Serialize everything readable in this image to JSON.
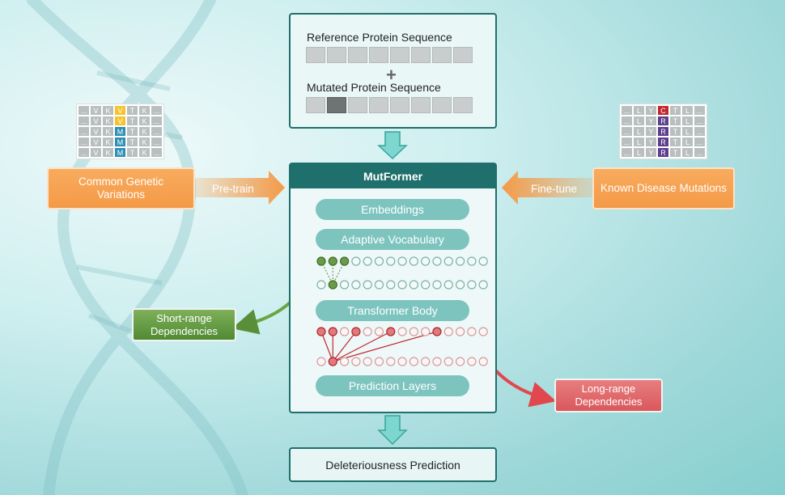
{
  "reference": {
    "label": "Reference Protein Sequence",
    "cells": 8
  },
  "plus_symbol": "+",
  "mutated": {
    "label": "Mutated Protein Sequence",
    "cells": 8,
    "mutated_index": 1
  },
  "left_input": {
    "grid_rows": [
      [
        "...",
        "V",
        "K",
        "V",
        "T",
        "K",
        "..."
      ],
      [
        "...",
        "V",
        "K",
        "V",
        "T",
        "K",
        "..."
      ],
      [
        "...",
        "V",
        "K",
        "M",
        "T",
        "K",
        "..."
      ],
      [
        "...",
        "V",
        "K",
        "M",
        "T",
        "K",
        "..."
      ],
      [
        "...",
        "V",
        "K",
        "M",
        "T",
        "K",
        "..."
      ]
    ],
    "box_label": "Common Genetic Variations",
    "arrow_label": "Pre-train"
  },
  "right_input": {
    "grid_rows": [
      [
        "...",
        "L",
        "Y",
        "C",
        "T",
        "L",
        "..."
      ],
      [
        "...",
        "L",
        "Y",
        "R",
        "T",
        "L",
        "..."
      ],
      [
        "...",
        "L",
        "Y",
        "R",
        "T",
        "L",
        "..."
      ],
      [
        "...",
        "L",
        "Y",
        "R",
        "T",
        "L",
        "..."
      ],
      [
        "...",
        "L",
        "Y",
        "R",
        "T",
        "L",
        "..."
      ]
    ],
    "box_label": "Known Disease Mutations",
    "arrow_label": "Fine-tune"
  },
  "model": {
    "title": "MutFormer",
    "layers": [
      "Embeddings",
      "Adaptive Vocabulary",
      "Transformer Body",
      "Prediction Layers"
    ]
  },
  "short_range": {
    "label": "Short-range Dependencies"
  },
  "long_range": {
    "label": "Long-range Dependencies"
  },
  "output": {
    "label": "Deleteriousness Prediction"
  },
  "colors": {
    "teal_dark": "#1f6f6c",
    "orange": "#f49a47",
    "green": "#5a8f3a",
    "red": "#c0282e",
    "variant_yellow": "#f4c430",
    "variant_blue": "#2d8fb4",
    "variant_purple": "#5d3f8c"
  }
}
